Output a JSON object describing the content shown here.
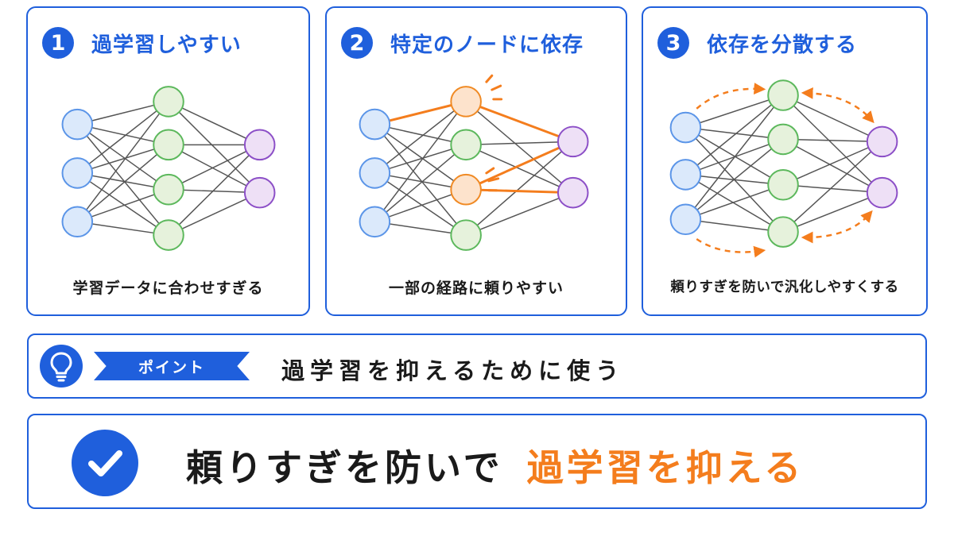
{
  "panels": [
    {
      "number": "1",
      "title": "過学習しやすい",
      "caption": "学習データに合わせすぎる"
    },
    {
      "number": "2",
      "title": "特定のノードに依存",
      "caption": "一部の経路に頼りやすい"
    },
    {
      "number": "3",
      "title": "依存を分散する",
      "caption": "頼りすぎを防いで汎化しやすくする"
    }
  ],
  "point": {
    "tag": "ポイント",
    "text": "過学習を抑えるために使う"
  },
  "result": {
    "text_main": "頼りすぎを防いで",
    "text_accent": "過学習を抑える"
  },
  "icons": {
    "point_icon": "lightbulb-icon",
    "result_icon": "check-icon"
  },
  "colors": {
    "brand_blue": "#1f5fdc",
    "accent_orange": "#f47d1d",
    "input_node_fill": "#dbe9fb",
    "input_node_stroke": "#5b95e8",
    "hidden_node_fill": "#e6f2dc",
    "hidden_node_stroke": "#5cb85c",
    "output_node_fill": "#eee0f6",
    "output_node_stroke": "#8c4fc7",
    "highlight_node_fill": "#fde3cc",
    "highlight_node_stroke": "#f08a24",
    "edge": "#555555"
  }
}
